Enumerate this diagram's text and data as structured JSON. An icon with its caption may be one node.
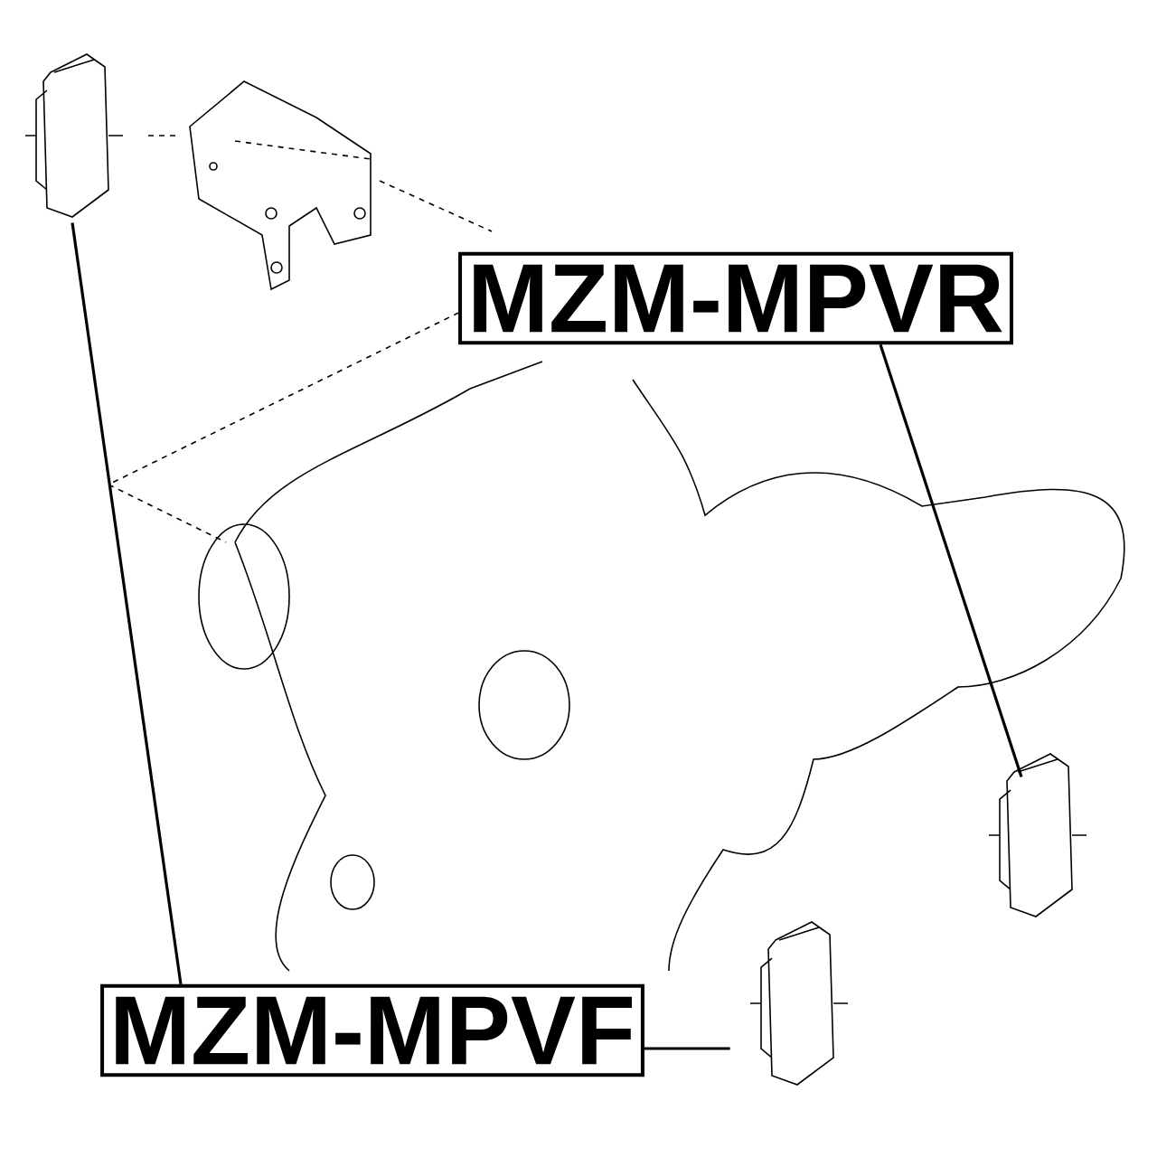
{
  "diagram": {
    "nodes": [
      {
        "text": [
          "MZM-MPVR"
        ]
      },
      {
        "text": [
          "MZM-MPVF"
        ]
      },
      {
        "text": [],
        "shape": "picture"
      },
      {
        "text": [],
        "shape": "picture"
      },
      {
        "text": [],
        "shape": "picture"
      }
    ],
    "edges": [
      {
        "from": 0,
        "to": 3,
        "arrow": "none"
      },
      {
        "from": 1,
        "to": 2,
        "arrow": "none"
      },
      {
        "from": 1,
        "to": 4,
        "arrow": "none"
      }
    ]
  }
}
